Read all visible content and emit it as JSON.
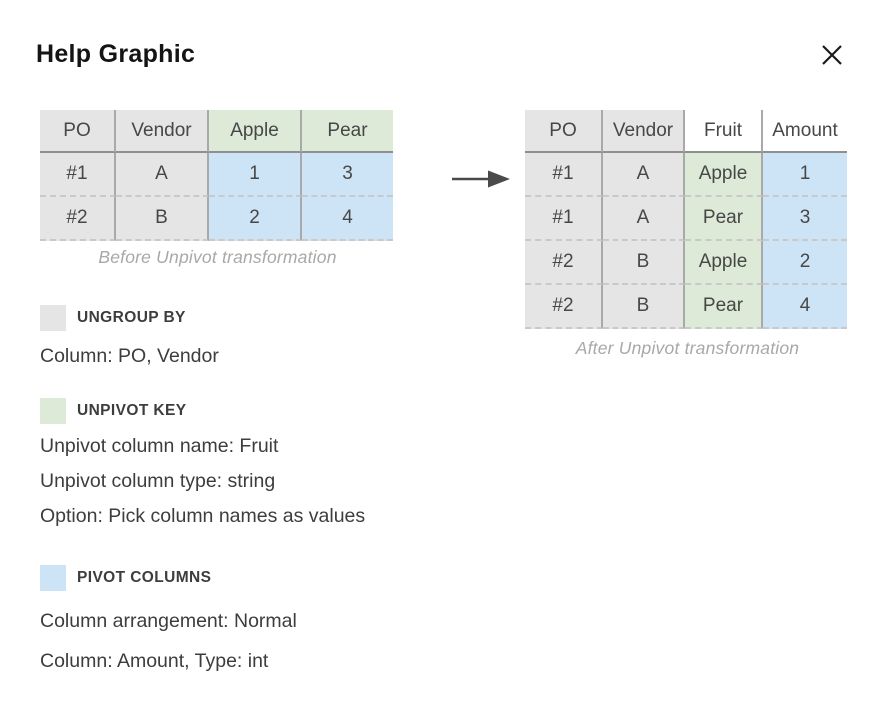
{
  "dialog": {
    "title": "Help Graphic"
  },
  "colors": {
    "ungroup_gray": "#e5e5e5",
    "unpivot_green": "#dcead7",
    "pivot_blue": "#cde3f6",
    "solid_border": "#a9a9a9",
    "header_border": "#8f8f8f",
    "dashed_border": "#c9c9c9",
    "caption_gray": "#a8a8a8",
    "text": "#3d3d3d"
  },
  "before_table": {
    "caption": "Before Unpivot transformation",
    "headers": [
      "PO",
      "Vendor",
      "Apple",
      "Pear"
    ],
    "rows": [
      [
        "#1",
        "A",
        "1",
        "3"
      ],
      [
        "#2",
        "B",
        "2",
        "4"
      ]
    ]
  },
  "after_table": {
    "caption": "After Unpivot transformation",
    "headers": [
      "PO",
      "Vendor",
      "Fruit",
      "Amount"
    ],
    "rows": [
      [
        "#1",
        "A",
        "Apple",
        "1"
      ],
      [
        "#1",
        "A",
        "Pear",
        "3"
      ],
      [
        "#2",
        "B",
        "Apple",
        "2"
      ],
      [
        "#2",
        "B",
        "Pear",
        "4"
      ]
    ]
  },
  "legend": {
    "ungroup_by": {
      "heading": "UNGROUP BY",
      "swatch_color": "#e5e5e5",
      "line1": "Column: PO, Vendor"
    },
    "unpivot_key": {
      "heading": "UNPIVOT KEY",
      "swatch_color": "#dcead7",
      "line1": "Unpivot column name: Fruit",
      "line2": "Unpivot column type: string",
      "line3": "Option: Pick column names as values"
    },
    "pivot_columns": {
      "heading": "PIVOT COLUMNS",
      "swatch_color": "#cde3f6",
      "line1": "Column arrangement: Normal",
      "line2": "Column: Amount, Type: int"
    }
  }
}
